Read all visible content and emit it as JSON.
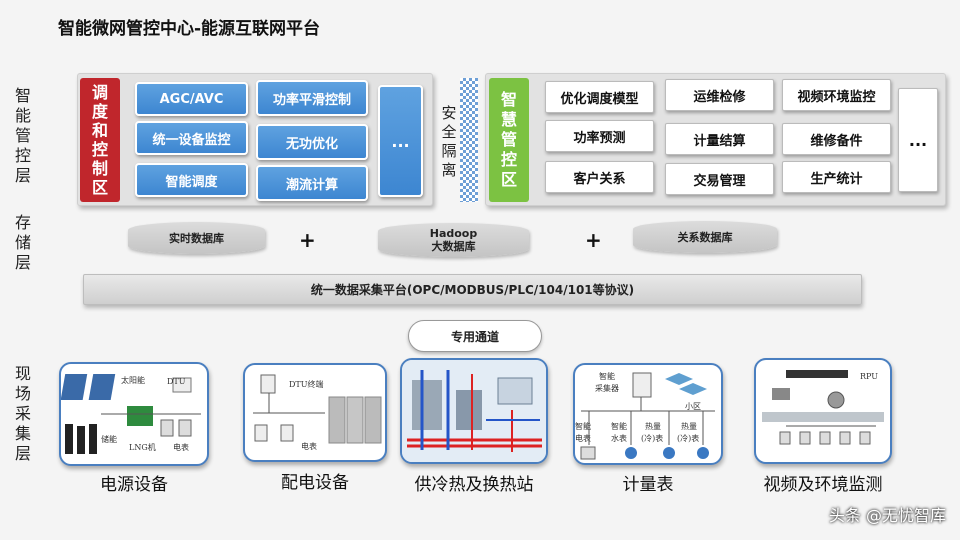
{
  "title": "智能微网管控中心-能源互联网平台",
  "side_labels": {
    "control": [
      "智",
      "能",
      "管",
      "控",
      "层"
    ],
    "storage": [
      "存",
      "储",
      "层"
    ],
    "field": [
      "现",
      "场",
      "采",
      "集",
      "层"
    ]
  },
  "dispatch": {
    "header": [
      "调",
      "度",
      "和",
      "控",
      "制",
      "区"
    ],
    "buttons": [
      "AGC/AVC",
      "功率平滑控制",
      "统一设备监控",
      "无功优化",
      "智能调度",
      "潮流计算"
    ],
    "more": "..."
  },
  "security": [
    "安",
    "全",
    "隔",
    "离"
  ],
  "smart": {
    "header": [
      "智",
      "慧",
      "管",
      "控",
      "区"
    ],
    "buttons": [
      "优化调度模型",
      "运维检修",
      "视频环境监控",
      "功率预测",
      "计量结算",
      "维修备件",
      "客户关系",
      "交易管理",
      "生产统计"
    ],
    "more": "..."
  },
  "storage": {
    "db1": "实时数据库",
    "db2_line1": "Hadoop",
    "db2_line2": "大数据库",
    "db3": "关系数据库",
    "plus": "+"
  },
  "collect_bar": "统一数据采集平台(OPC/MODBUS/PLC/104/101等协议)",
  "channel": "专用通道",
  "field": {
    "power": {
      "caption": "电源设备",
      "labels": [
        "太阳能",
        "DTU",
        "储能",
        "LNG机",
        "电表"
      ]
    },
    "distribution": {
      "caption": "配电设备",
      "labels": [
        "DTU终端",
        "电表"
      ]
    },
    "heating": {
      "caption": "供冷热及换热站"
    },
    "metering": {
      "caption": "计量表",
      "labels": [
        "智能",
        "采集器",
        "小区",
        "智能",
        "电表",
        "智能",
        "水表",
        "热量",
        "(冷)表",
        "热量",
        "(冷)表"
      ]
    },
    "video": {
      "caption": "视频及环境监测",
      "labels": [
        "RPU"
      ]
    }
  },
  "watermark": "头条 @无忧智库",
  "colors": {
    "red": "#c0262c",
    "green": "#7cc242",
    "blue": "#3d86d1",
    "card_border": "#4a7fc0"
  }
}
